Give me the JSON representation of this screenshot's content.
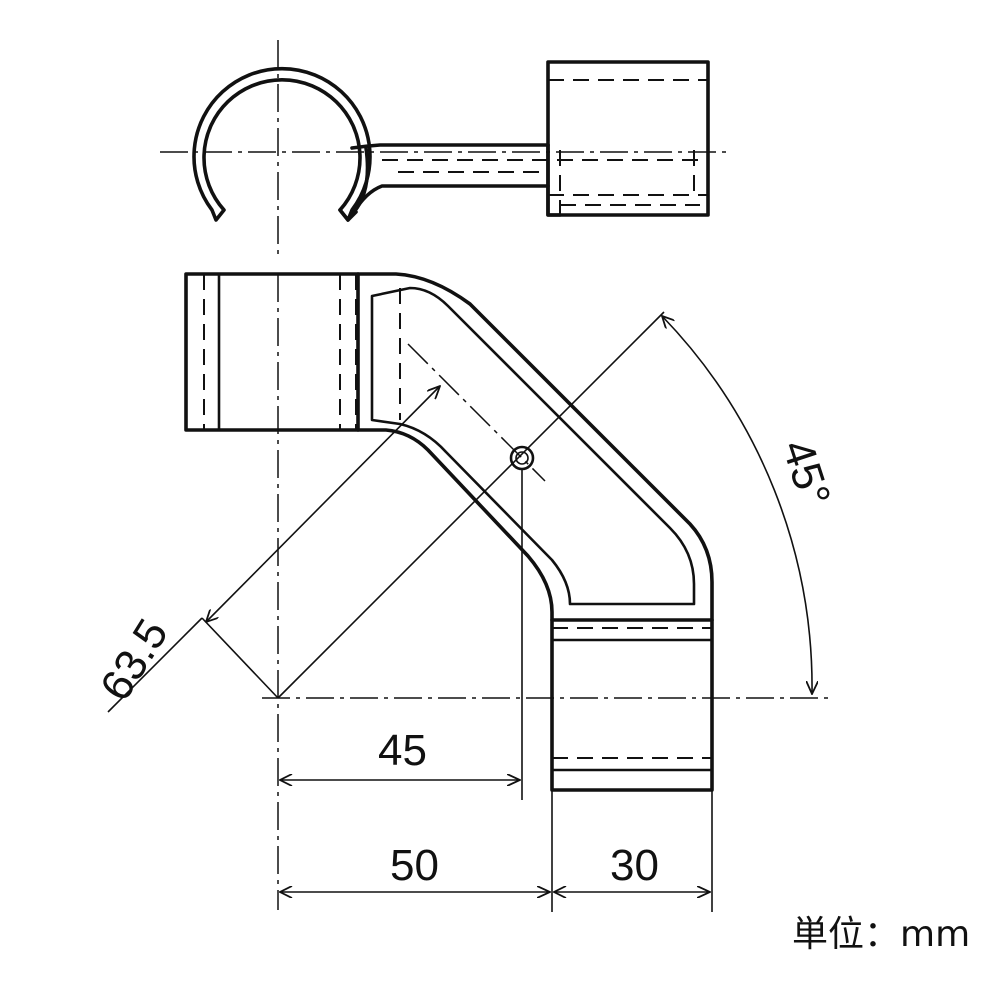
{
  "dimensions": {
    "diagonal": "63.5",
    "offset": "45",
    "left_width": "50",
    "right_width": "30",
    "angle": "45°"
  },
  "unit_label": "単位：mm",
  "colors": {
    "line": "#111111",
    "background": "#ffffff"
  }
}
